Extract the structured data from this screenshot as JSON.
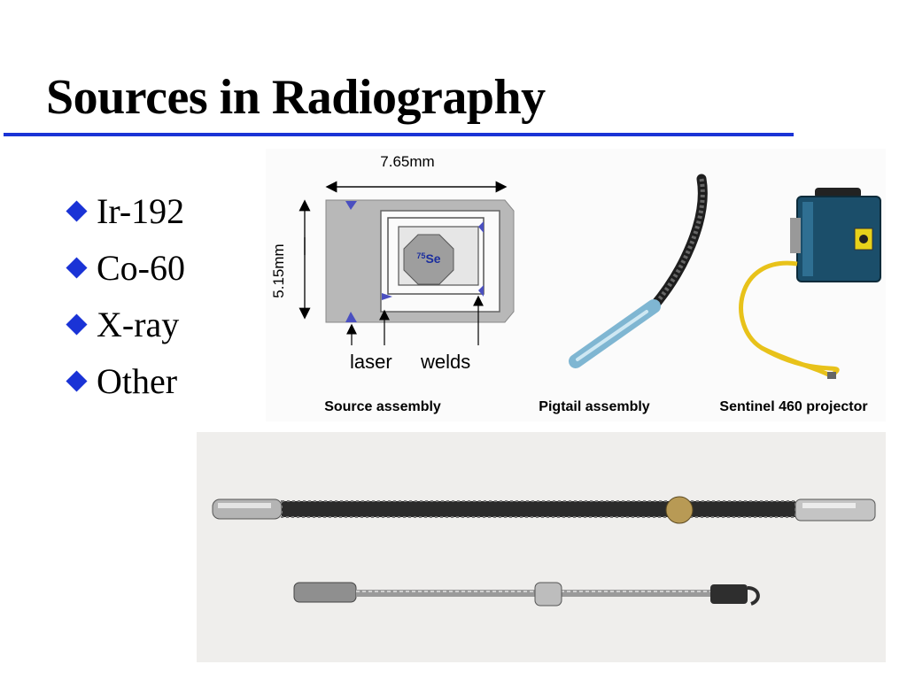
{
  "slide": {
    "title": "Sources in Radiography",
    "bullets": [
      "Ir-192",
      "Co-60",
      "X-ray",
      "Other"
    ]
  },
  "figure": {
    "width_label": "7.65mm",
    "height_label": "5.15mm",
    "isotope_mass": "75",
    "isotope_symbol": "Se",
    "laser_label": "laser",
    "welds_label": "welds",
    "captions": {
      "source": "Source assembly",
      "pigtail": "Pigtail assembly",
      "projector": "Sentinel 460 projector"
    }
  },
  "colors": {
    "accent": "#1a33d6",
    "hose": "#e8c21a",
    "projector_body": "#1b4e6a"
  }
}
